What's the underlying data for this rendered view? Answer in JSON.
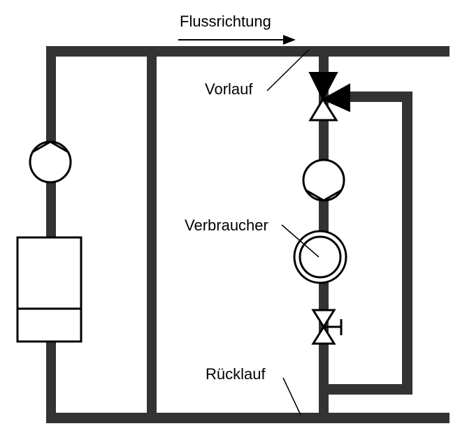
{
  "diagram": {
    "title": "Hydraulic circuit with three-way mixing valve",
    "colors": {
      "pipe": "#333333",
      "symbol_stroke": "#000000",
      "background": "#ffffff"
    },
    "labels": {
      "flow_direction": "Flussrichtung",
      "supply": "Vorlauf",
      "consumer": "Verbraucher",
      "return": "Rücklauf"
    },
    "components": [
      {
        "id": "boiler",
        "type": "heat-generator",
        "label": ""
      },
      {
        "id": "primary-pump",
        "type": "circulation-pump",
        "direction": "up"
      },
      {
        "id": "bypass-pipe",
        "type": "hydraulic-separator-bypass"
      },
      {
        "id": "mixing-valve",
        "type": "three-way-valve"
      },
      {
        "id": "secondary-pump",
        "type": "circulation-pump",
        "direction": "down"
      },
      {
        "id": "consumer",
        "type": "consumer",
        "label": "Verbraucher"
      },
      {
        "id": "balancing-valve",
        "type": "regulating-valve"
      },
      {
        "id": "return-bypass",
        "type": "bypass-loop"
      }
    ],
    "flow_arrow": {
      "direction": "right"
    }
  }
}
